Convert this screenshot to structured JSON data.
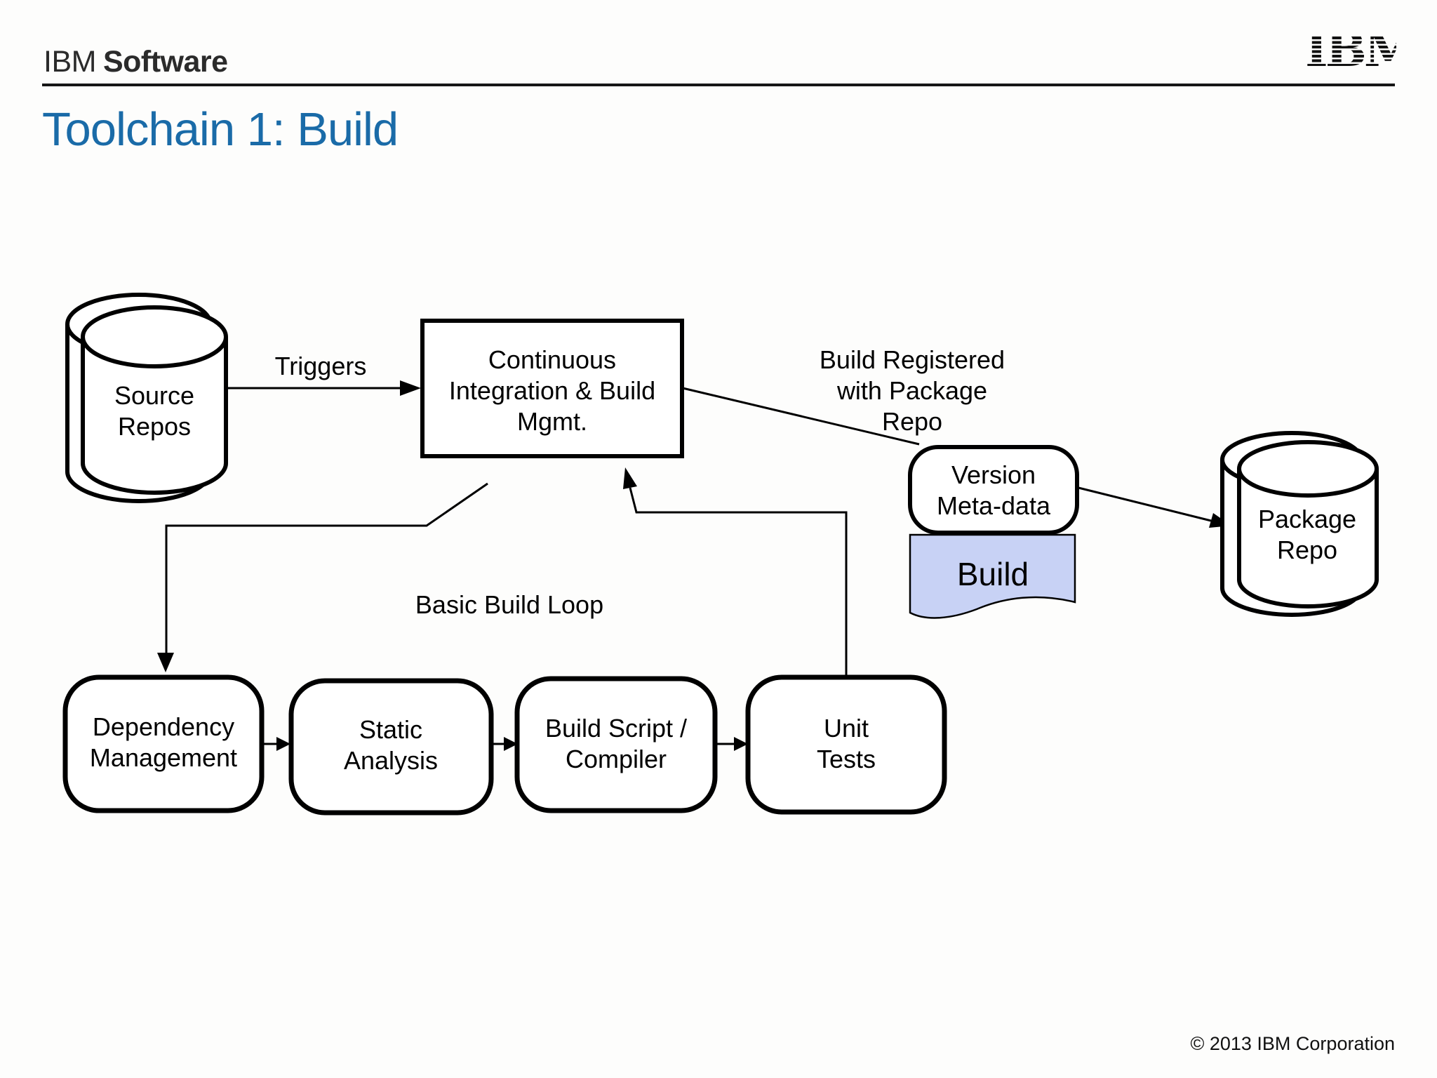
{
  "header": {
    "brand": {
      "prefix": "IBM",
      "suffix": "Software"
    },
    "logo_text": "IBM"
  },
  "title": "Toolchain 1: Build",
  "footer": {
    "copyright": "© 2013 IBM Corporation"
  },
  "colors": {
    "title_blue": "#1a6ba8",
    "document_fill": "#c8d2f5",
    "ink": "#000000",
    "background": "#fdfdfc"
  },
  "diagram": {
    "nodes": {
      "source_repos": {
        "label": "Source\nRepos",
        "shape": "multi-cylinder"
      },
      "ci": {
        "label": "Continuous\nIntegration & Build\nMgmt.",
        "shape": "rectangle"
      },
      "version_metadata": {
        "label": "Version\nMeta-data",
        "shape": "rounded-rectangle"
      },
      "build_document": {
        "label": "Build",
        "shape": "document"
      },
      "package_repo": {
        "label": "Package\nRepo",
        "shape": "multi-cylinder"
      },
      "dependency_management": {
        "label": "Dependency\nManagement",
        "shape": "rounded-rectangle"
      },
      "static_analysis": {
        "label": "Static\nAnalysis",
        "shape": "rounded-rectangle"
      },
      "build_script": {
        "label": "Build Script /\nCompiler",
        "shape": "rounded-rectangle"
      },
      "unit_tests": {
        "label": "Unit\nTests",
        "shape": "rounded-rectangle"
      }
    },
    "edge_labels": {
      "triggers": "Triggers",
      "build_registered": "Build Registered\nwith Package\nRepo",
      "basic_build_loop": "Basic Build Loop"
    }
  }
}
